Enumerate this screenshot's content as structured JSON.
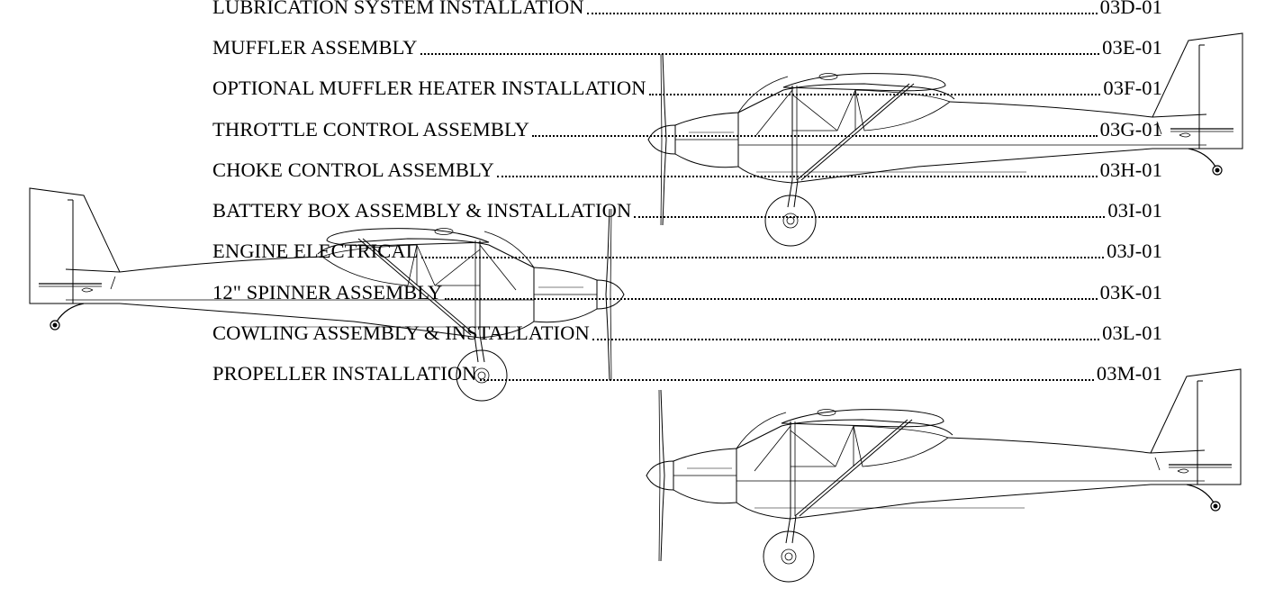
{
  "toc": {
    "entries": [
      {
        "title": "LUBRICATION SYSTEM INSTALLATION",
        "page": "03D-01"
      },
      {
        "title": "MUFFLER ASSEMBLY",
        "page": "03E-01"
      },
      {
        "title": "OPTIONAL MUFFLER HEATER INSTALLATION",
        "page": "03F-01"
      },
      {
        "title": "THROTTLE CONTROL ASSEMBLY",
        "page": "03G-01"
      },
      {
        "title": "CHOKE CONTROL ASSEMBLY",
        "page": "03H-01"
      },
      {
        "title": "BATTERY BOX ASSEMBLY & INSTALLATION",
        "page": "03I-01"
      },
      {
        "title": "ENGINE ELECTRICAL",
        "page": "03J-01"
      },
      {
        "title": "12\" SPINNER ASSEMBLY",
        "page": "03K-01"
      },
      {
        "title": "COWLING ASSEMBLY & INSTALLATION",
        "page": "03L-01"
      },
      {
        "title": "PROPELLER INSTALLATION",
        "page": "03M-01"
      }
    ]
  },
  "illustrations": [
    {
      "name": "aircraft-side-view-right",
      "facing": "left"
    },
    {
      "name": "aircraft-side-view-left",
      "facing": "right"
    },
    {
      "name": "aircraft-side-view-bottom",
      "facing": "left"
    }
  ]
}
